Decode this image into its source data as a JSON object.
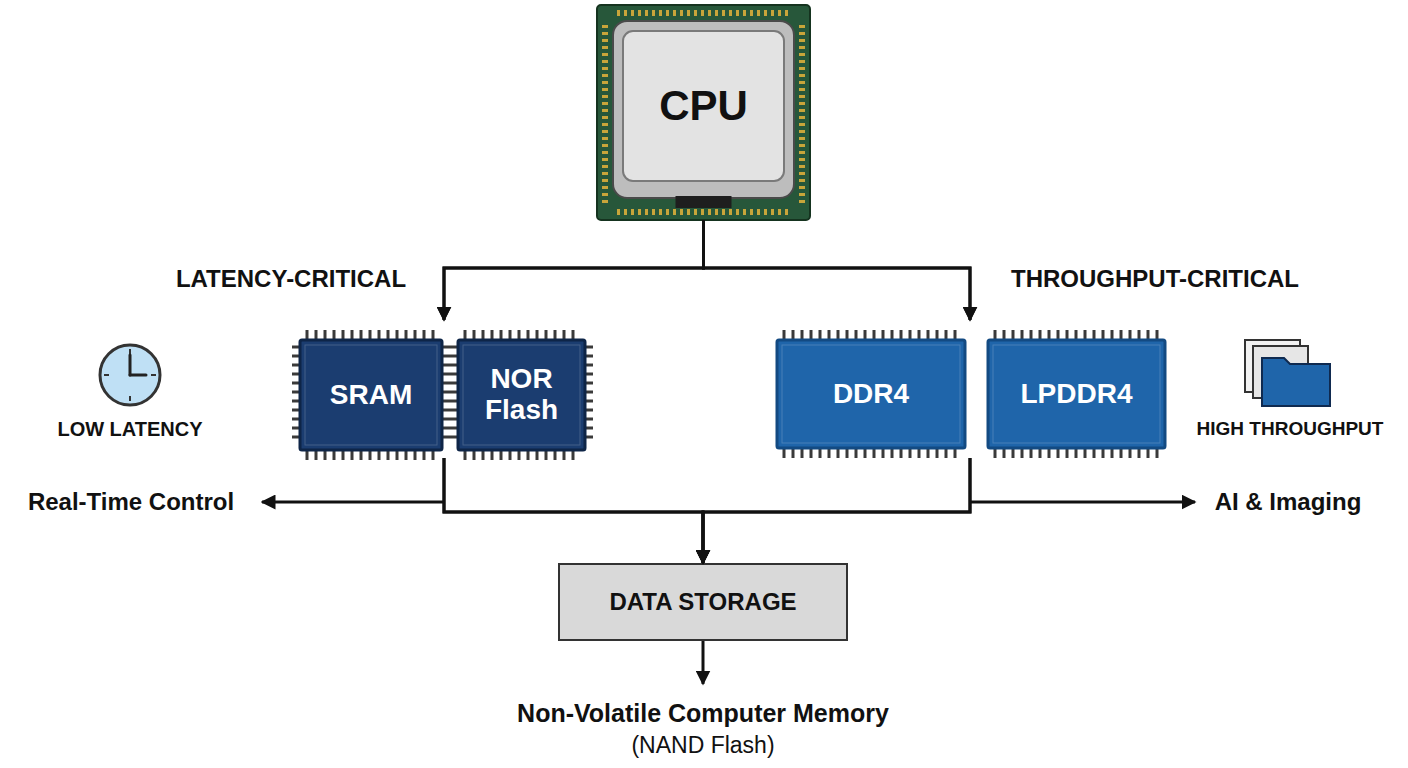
{
  "diagram": {
    "nodes": [
      {
        "text": [
          "CPU"
        ]
      },
      {
        "text": [
          "SRAM"
        ]
      },
      {
        "text": [
          "NOR Flash"
        ]
      },
      {
        "text": [
          "DDR4"
        ]
      },
      {
        "text": [
          "LPDDR4"
        ]
      },
      {
        "text": [
          "DATA STORAGE"
        ]
      }
    ],
    "edges": [
      {
        "from": 0,
        "to": 1,
        "arrow": "to"
      },
      {
        "from": 0,
        "to": 2,
        "arrow": "to"
      },
      {
        "from": 0,
        "to": 3,
        "arrow": "to"
      },
      {
        "from": 0,
        "to": 4,
        "arrow": "to"
      },
      {
        "from": 1,
        "to": 5,
        "arrow": "to"
      },
      {
        "from": 2,
        "to": 5,
        "arrow": "to"
      },
      {
        "from": 3,
        "to": 5,
        "arrow": "to"
      },
      {
        "from": 4,
        "to": 5,
        "arrow": "to"
      }
    ],
    "labels": [
      "LATENCY-CRITICAL",
      "THROUGHPUT-CRITICAL",
      "LOW LATENCY",
      "HIGH THROUGHPUT",
      "Real-Time Control",
      "AI & Imaging",
      "Non-Volatile Computer Memory",
      "(NAND Flash)"
    ]
  }
}
